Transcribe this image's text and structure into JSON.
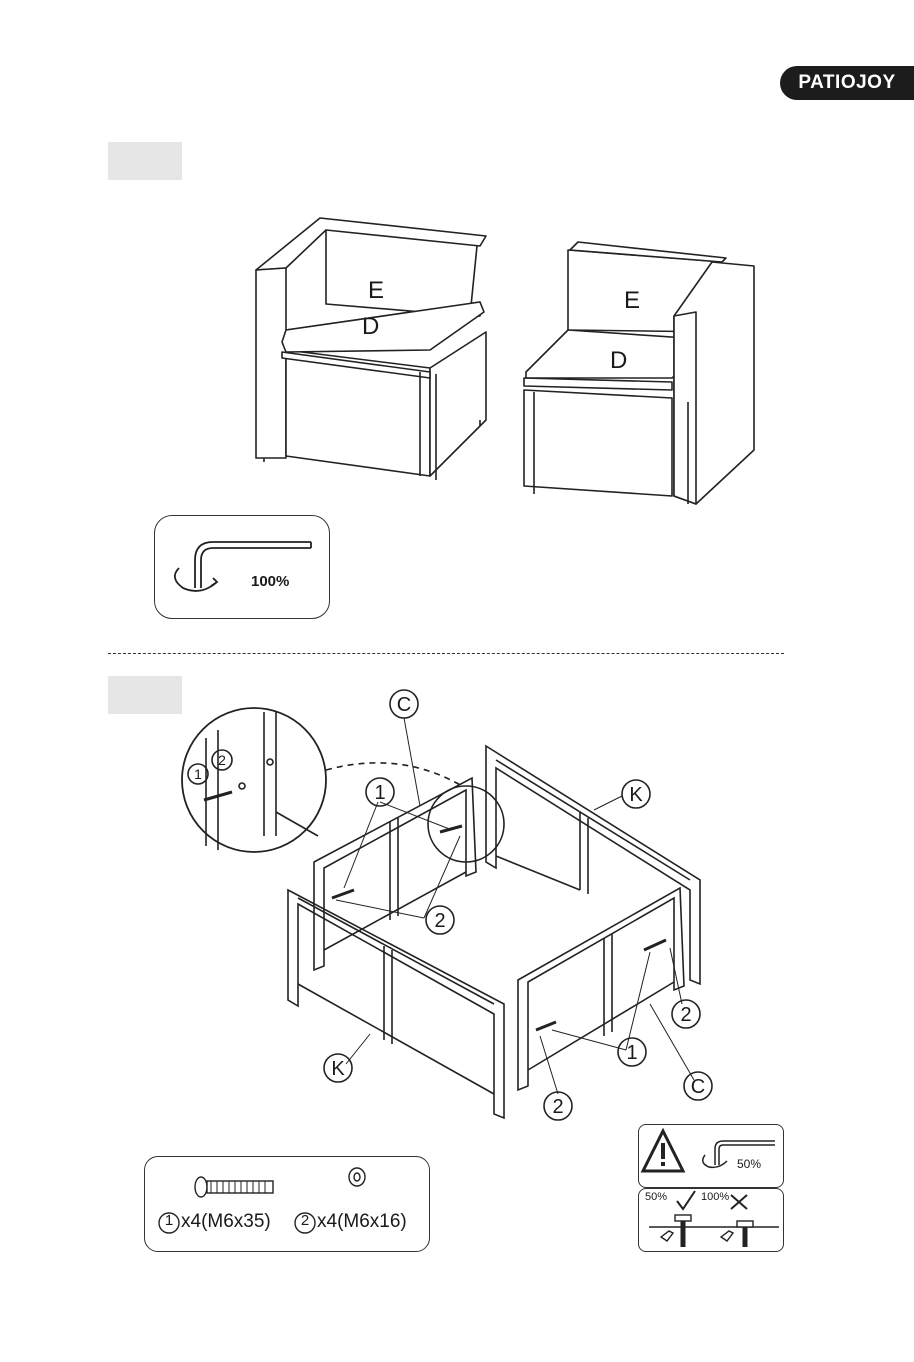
{
  "brand": {
    "logo_text": "PATIOJOY"
  },
  "step1": {
    "chair_left": {
      "back_label": "E",
      "seat_label": "D"
    },
    "chair_right": {
      "back_label": "E",
      "seat_label": "D"
    },
    "tighten_hint": {
      "percent": "100%"
    }
  },
  "step2": {
    "labels": {
      "frame_c_top": "C",
      "frame_c_bottom": "C",
      "frame_k_right": "K",
      "frame_k_left": "K",
      "bolt_a": "1",
      "bolt_b": "1",
      "washer_a": "2",
      "washer_b": "2",
      "washer_c": "2",
      "detail_bolt": "1",
      "detail_washer": "2"
    },
    "hardware": {
      "bolt_num": "1",
      "bolt_qty": "x4(M6x35)",
      "washer_num": "2",
      "washer_qty": "x4(M6x16)"
    },
    "warning": {
      "percent": "50%"
    },
    "torque": {
      "ok_percent": "50%",
      "bad_percent": "100%"
    }
  }
}
